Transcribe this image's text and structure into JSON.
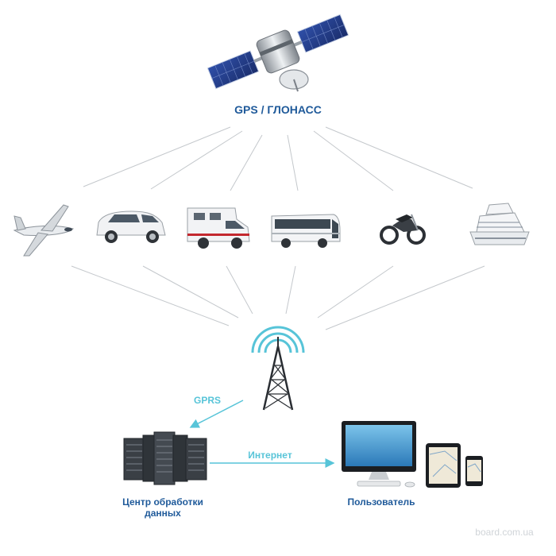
{
  "labels": {
    "gps": "GPS / ГЛОНАСС",
    "gprs": "GPRS",
    "internet": "Интернет",
    "data_center_line1": "Центр обработки",
    "data_center_line2": "данных",
    "user": "Пользователь",
    "watermark": "board.com.ua"
  },
  "icons": {
    "satellite": "satellite-icon",
    "airplane": "airplane-icon",
    "car": "car-icon",
    "camper": "camper-van-icon",
    "bus": "bus-icon",
    "motorcycle": "motorcycle-icon",
    "ship": "cruise-ship-icon",
    "tower": "cell-tower-icon",
    "servers": "server-rack-icon",
    "monitor": "monitor-icon",
    "tablet": "tablet-icon",
    "phone": "smartphone-icon"
  },
  "colors": {
    "title": "#1f5a9a",
    "link": "#57c4d8",
    "lines": "#c4c8cc"
  }
}
